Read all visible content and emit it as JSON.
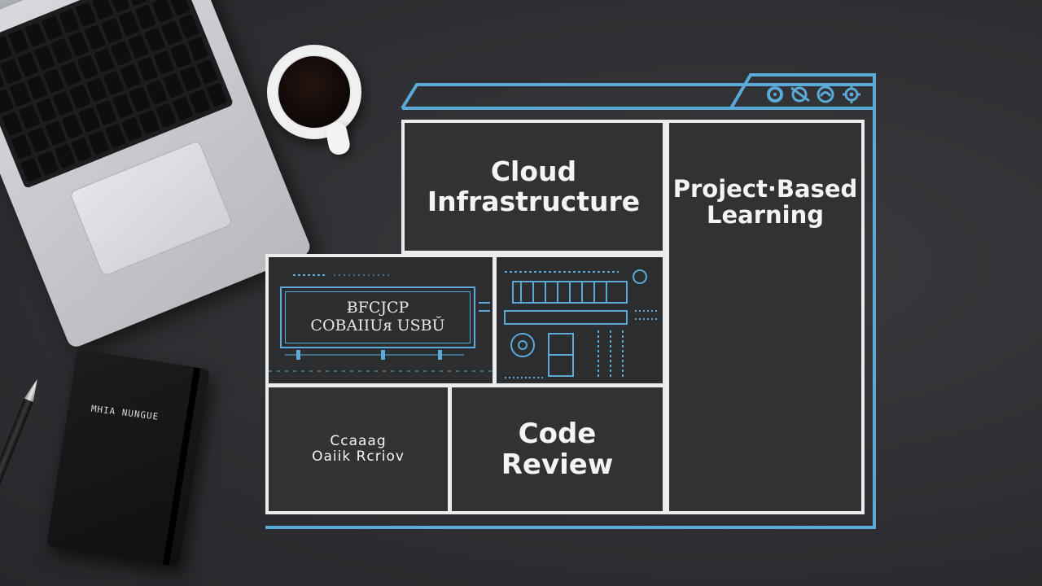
{
  "scene": {
    "accent_color": "#5aa9d6",
    "panel_border_color": "#ececec",
    "background_color": "#2f3032"
  },
  "browser": {
    "controls": [
      "circle-icon",
      "settings-icon",
      "cloud-icon",
      "gear-icon"
    ]
  },
  "panels": {
    "cloud": "Cloud\nInfrastructure",
    "project": "Project·Based\nLearning",
    "wireframe": "ɃFCJCP\nCOBAIIUᴙ USBŬ",
    "review_small": "Ccaaag\nOaiik Rcriov",
    "code_review": "Code\nReview"
  },
  "notebook": {
    "label": "MHIA NUNGUE"
  }
}
